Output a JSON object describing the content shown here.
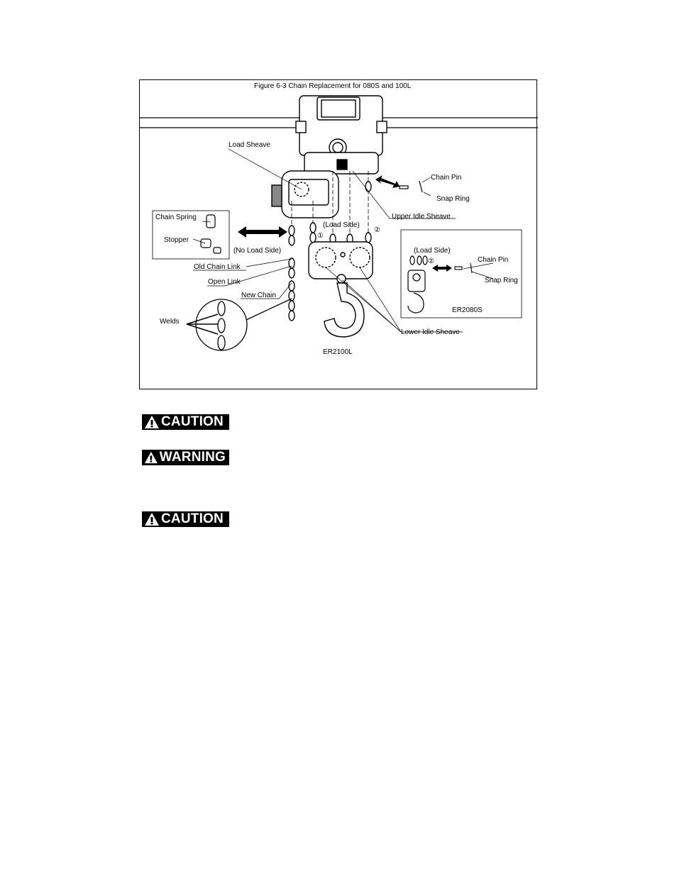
{
  "figure": {
    "caption": "Figure 6-3 Chain Replacement for 080S and 100L",
    "labels": {
      "load_sheave": "Load Sheave",
      "chain_pin": "Chain Pin",
      "snap_ring": "Snap Ring",
      "upper_idle_sheave": "Upper Idle Sheave",
      "chain_spring": "Chain Spring",
      "stopper": "Stopper",
      "no_load_side": "(No Load Side)",
      "load_side": "(Load Side)",
      "old_chain_link": "Old Chain Link",
      "open_link": "Open Link",
      "new_chain": "New Chain",
      "welds": "Welds",
      "lower_idle_sheave": "Lower Idle Sheave",
      "model_main": "ER2100L",
      "inset_load_side": "(Load Side)",
      "inset_chain_pin": "Chain Pin",
      "inset_snap_ring": "Snap Ring",
      "inset_model": "ER2080S",
      "marker_1": "①",
      "marker_2": "②",
      "inset_marker_2": "②"
    }
  },
  "notices": [
    {
      "label": "CAUTION"
    },
    {
      "label": "WARNING"
    },
    {
      "label": "CAUTION"
    }
  ]
}
